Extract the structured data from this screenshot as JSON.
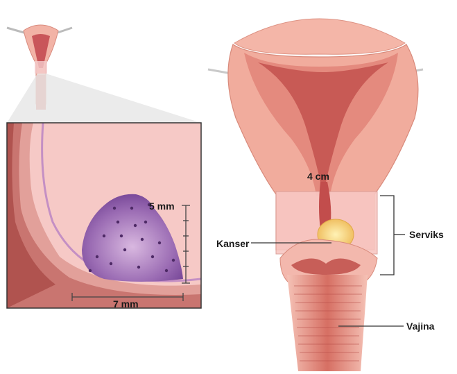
{
  "labels": {
    "width_small": "4 cm",
    "cancer": "Kanser",
    "cervix": "Serviks",
    "vagina": "Vajina"
  },
  "inset": {
    "depth": "5 mm",
    "width": "7 mm"
  },
  "colors": {
    "tissue_light": "#f3b9ad",
    "tissue_mid": "#e9907f",
    "tissue_dark": "#b8443e",
    "cavity": "#c85a55",
    "tumor_inset": "#7a4a9a",
    "tumor_main": "#f6d98a",
    "inset_bg": "#f6c9c6"
  }
}
